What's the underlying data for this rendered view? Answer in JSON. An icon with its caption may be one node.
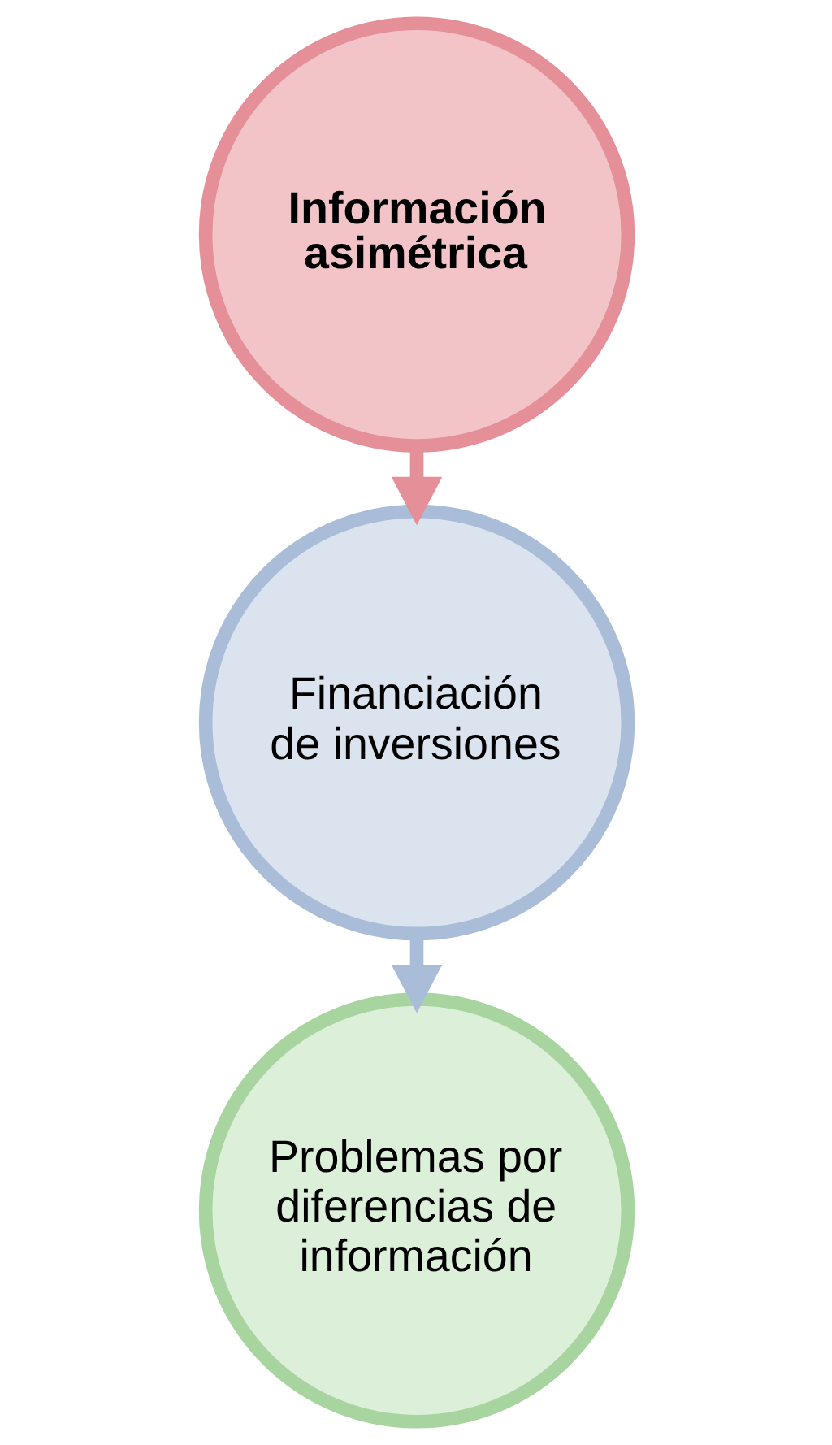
{
  "diagram": {
    "nodes": [
      {
        "text": [
          "Información asimétrica"
        ]
      },
      {
        "text": [
          "Financiación de inversiones"
        ]
      },
      {
        "text": [
          "Problemas por diferencias de información"
        ]
      }
    ],
    "edges": [
      {
        "from": 0,
        "to": 1,
        "arrow": "to"
      },
      {
        "from": 1,
        "to": 2,
        "arrow": "to"
      }
    ]
  }
}
